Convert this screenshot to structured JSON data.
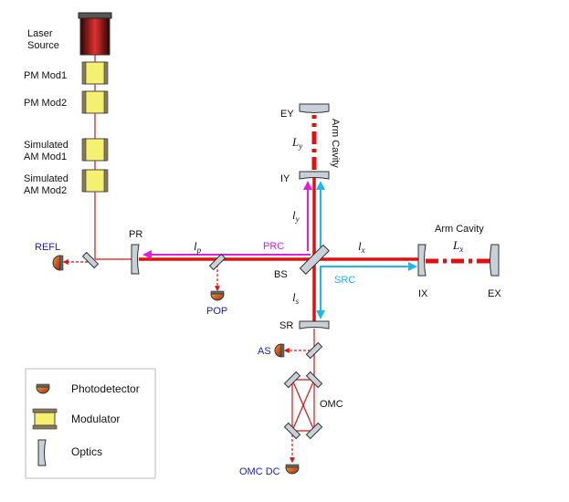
{
  "labels": {
    "laser_source_1": "Laser",
    "laser_source_2": "Source",
    "pm_mod1": "PM Mod1",
    "pm_mod2": "PM Mod2",
    "am_mod1_a": "Simulated",
    "am_mod1_b": "AM Mod1",
    "am_mod2_a": "Simulated",
    "am_mod2_b": "AM Mod2",
    "refl": "REFL",
    "pr": "PR",
    "pop": "POP",
    "bs": "BS",
    "ey": "EY",
    "iy": "IY",
    "arm_cavity_y": "Arm Cavity",
    "arm_cavity_x": "Arm Cavity",
    "ix": "IX",
    "ex": "EX",
    "sr": "SR",
    "as": "AS",
    "omc": "OMC",
    "omc_dc": "OMC DC",
    "prc": "PRC",
    "src": "SRC",
    "lp_main": "l",
    "lp_sub": "p",
    "lx_main": "l",
    "lx_sub": "x",
    "ly_main": "l",
    "ly_sub": "y",
    "ls_main": "l",
    "ls_sub": "s",
    "Ly_main": "L",
    "Ly_sub": "y",
    "Lx_main": "L",
    "Lx_sub": "x"
  },
  "legend": {
    "photodetector": "Photodetector",
    "modulator": "Modulator",
    "optics": "Optics"
  },
  "colors": {
    "beam": "#e01010",
    "prc": "#e020e0",
    "src": "#20b8e8",
    "mirror_fill": "#c8d0d8",
    "modulator_fill": "#f4f070",
    "laser_dark": "#3a0a0a",
    "laser_red": "#c82020"
  }
}
